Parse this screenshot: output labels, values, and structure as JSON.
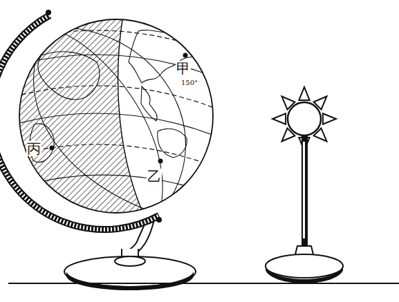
{
  "diagram": {
    "labels": [
      "甲",
      "乙",
      "丙",
      "150°"
    ]
  }
}
